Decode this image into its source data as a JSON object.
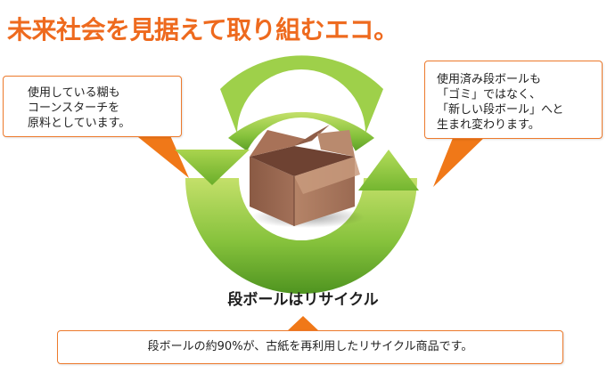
{
  "headline": "未来社会を見据えて取り組むエコ。",
  "left_note": {
    "lines": [
      "使用している糊も",
      "コーンスターチを",
      "原料としています。"
    ]
  },
  "right_note": {
    "lines": [
      "使用済み段ボールも",
      "「ゴミ」ではなく、",
      "「新しい段ボール」へと",
      "生まれ変わります。"
    ]
  },
  "cycle_label": "段ボールはリサイクル",
  "bottom_note": "段ボールの約90%が、古紙を再利用したリサイクル商品です。",
  "colors": {
    "headline": "#ee6a1e",
    "callout_border": "#ed7a2c",
    "pointer": "#f07818",
    "cycle_green": "#8cc63e",
    "cycle_dark_green": "#5a9a1e",
    "box_brown": "#9a6a52"
  },
  "icons": [
    "recycle-cycle-arrows",
    "cardboard-box-icon"
  ]
}
